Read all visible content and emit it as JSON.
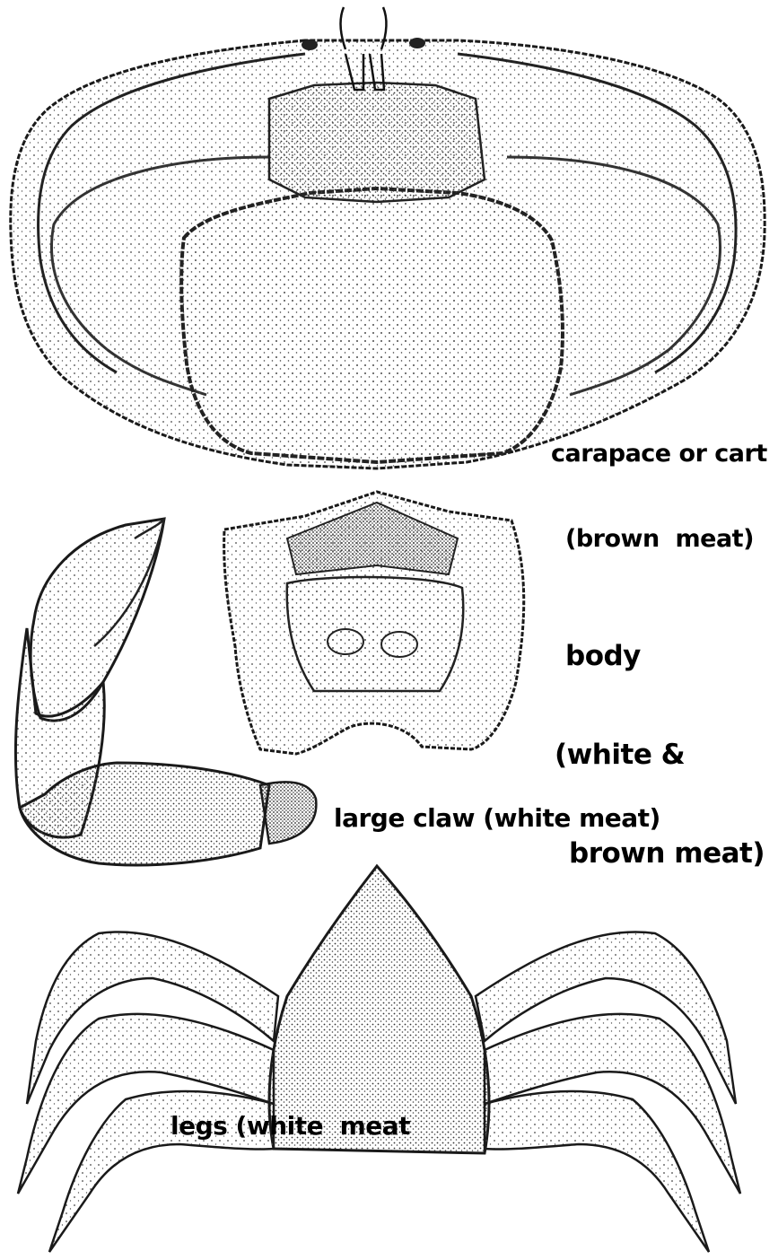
{
  "labels": {
    "carapace_line1": "carapace or cart",
    "carapace_line2": "(brown  meat)",
    "body_line1": "body",
    "body_line2": "(white &",
    "body_line3": "brown meat)",
    "claw": "large claw (white meat)",
    "legs": "legs (white  meat"
  },
  "colors": {
    "ink": "#000000",
    "paper": "#ffffff",
    "stipple": "#3a3a3a"
  }
}
